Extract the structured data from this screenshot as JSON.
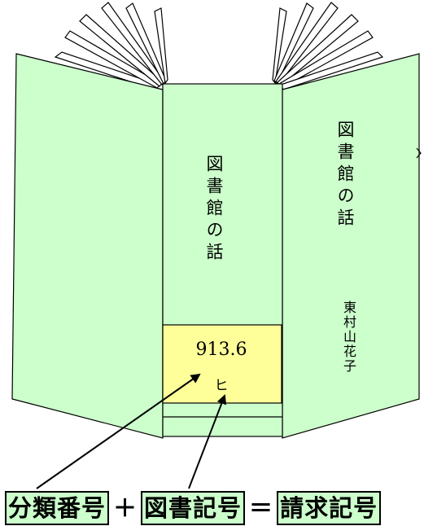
{
  "book": {
    "spine_title": "図書館の話",
    "cover_title": "図書館の話",
    "cover_author": "東村山花子",
    "label": {
      "classification_number": "913.6",
      "book_symbol": "ヒ"
    }
  },
  "formula": {
    "term1": "分類番号",
    "plus": "＋",
    "term2": "図書記号",
    "equals": "＝",
    "result": "請求記号"
  },
  "colors": {
    "cover": "#ccffcc",
    "label": "#ffff99",
    "box": "#ccffcc",
    "outline": "#000000"
  }
}
